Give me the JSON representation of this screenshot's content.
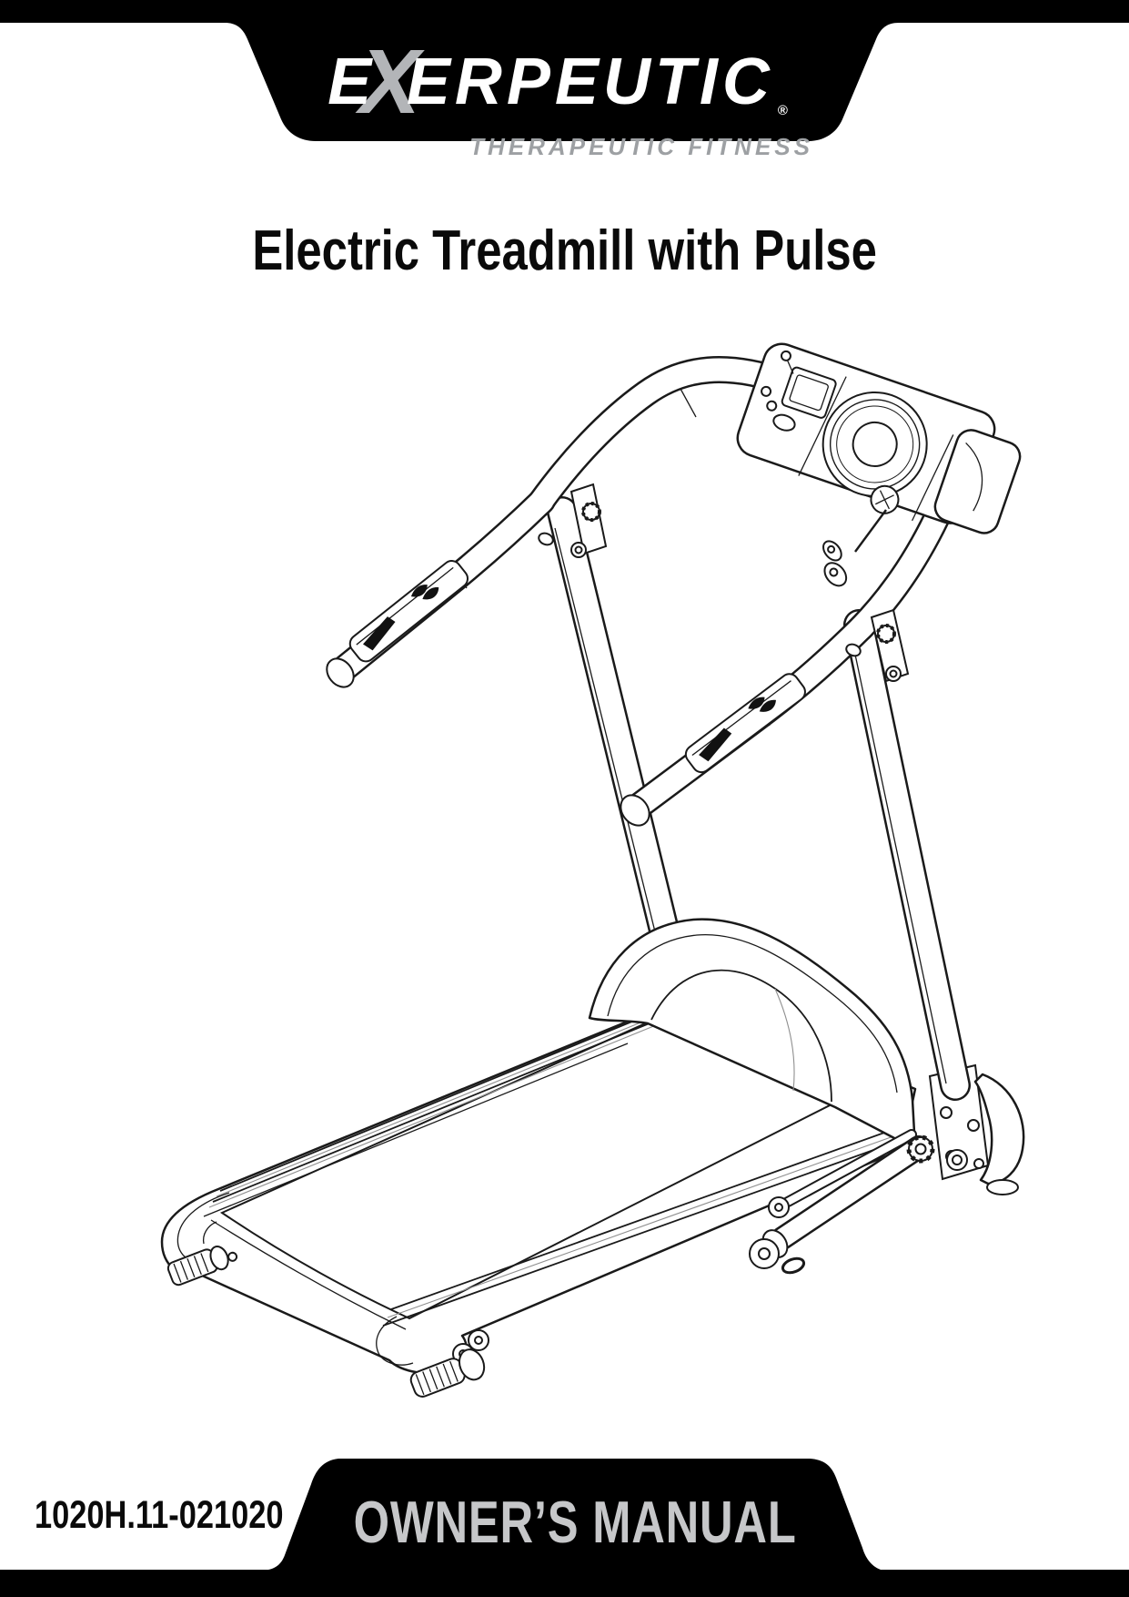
{
  "page": {
    "background": "#ffffff"
  },
  "header": {
    "banner_color": "#000000",
    "logo": {
      "prefix": "E",
      "x": "X",
      "suffix": "ERPEUTIC",
      "registered_mark": "®",
      "tagline": "THERAPEUTIC FITNESS",
      "letter_color": "#ffffff",
      "x_color": "#b3b5b8",
      "tagline_color": "#9da0a3"
    }
  },
  "title": {
    "text": "Electric Treadmill with Pulse",
    "color": "#0a0a0a"
  },
  "illustration": {
    "name": "electric-treadmill-line-drawing",
    "stroke_color": "#1a1a1a"
  },
  "footer": {
    "model_number": "1020H.11-021020",
    "manual_label": "OWNER’S MANUAL",
    "banner_color": "#000000",
    "manual_text_color": "#c6c7c9",
    "model_text_color": "#0a0a0a"
  }
}
